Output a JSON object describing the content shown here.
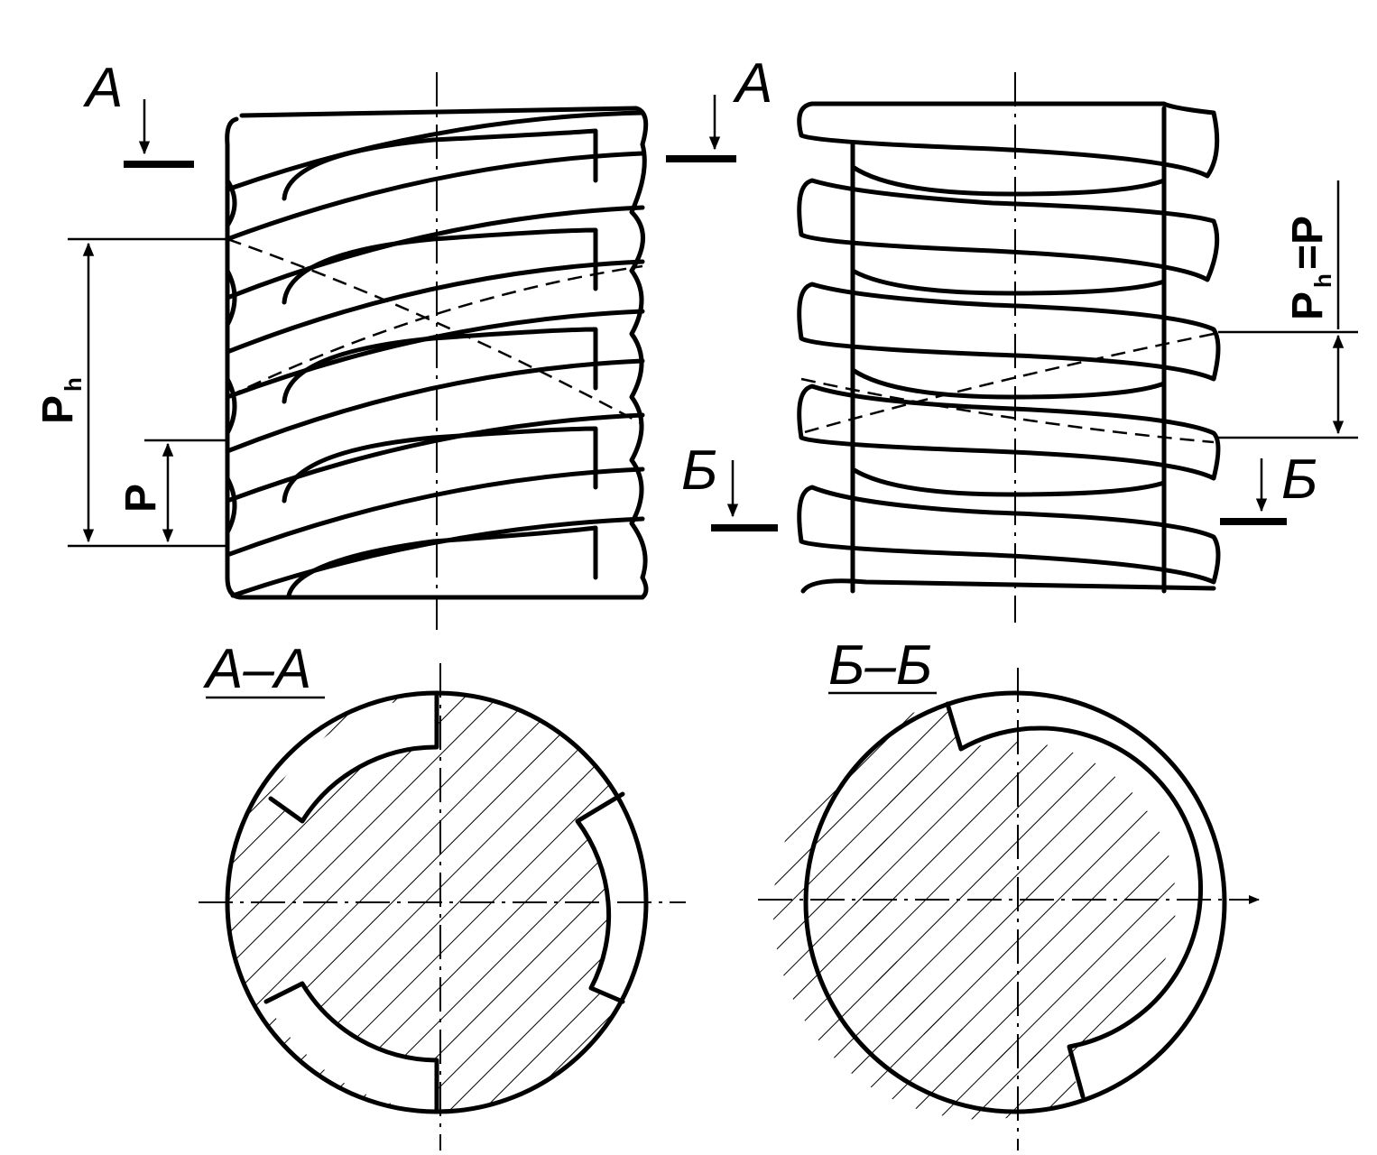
{
  "labels": {
    "section_a": "А",
    "section_b": "Б",
    "section_a_title": "А–А",
    "section_b_title": "Б–Б",
    "lead": "P",
    "lead_sub": "h",
    "pitch": "P",
    "lead_equals_pitch": "=P"
  },
  "colors": {
    "ink": "#000000",
    "paper": "#ffffff"
  }
}
